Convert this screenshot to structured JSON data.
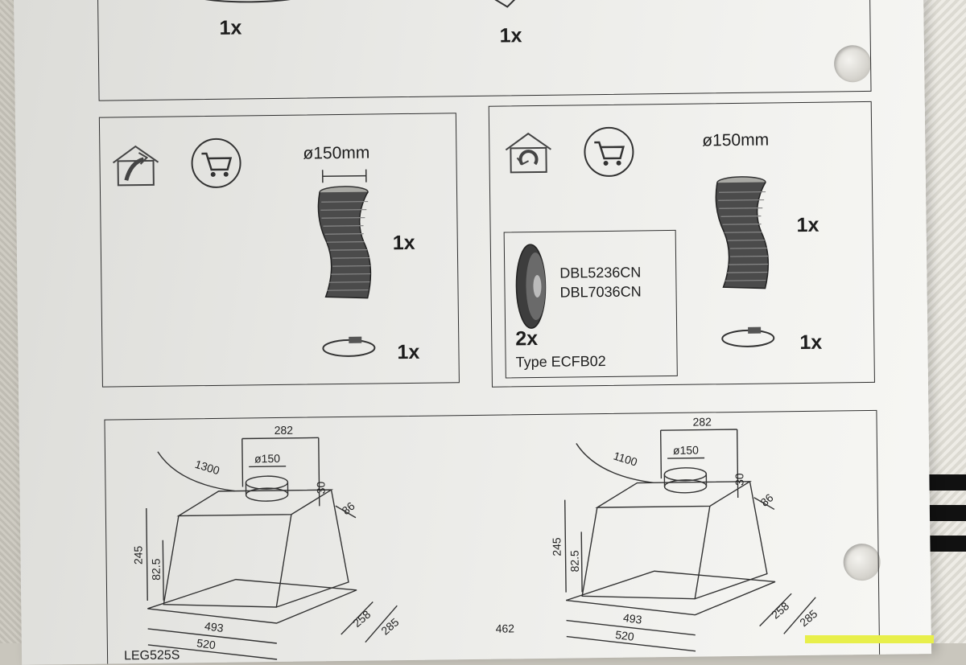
{
  "top_panel": {
    "qty_left": "1x",
    "qty_right": "1x"
  },
  "panel_ducted": {
    "mode_icon": "house-ducted-icon",
    "cart_icon": "shopping-cart-icon",
    "duct_diameter": "ø150mm",
    "duct_qty": "1x",
    "clamp_qty": "1x"
  },
  "panel_recirc": {
    "mode_icon": "house-recirculation-icon",
    "cart_icon": "shopping-cart-icon",
    "duct_diameter": "ø150mm",
    "duct_qty": "1x",
    "clamp_qty": "1x",
    "filter": {
      "model_1": "DBL5236CN",
      "model_2": "DBL7036CN",
      "qty": "2x",
      "type": "Type ECFB02"
    }
  },
  "drawings": {
    "left": {
      "d_282": "282",
      "d_1300": "1300",
      "d_150": "ø150",
      "d_30": "30",
      "d_86": "86",
      "d_245": "245",
      "d_82_5": "82.5",
      "d_493": "493",
      "d_520": "520",
      "d_258": "258",
      "d_285": "285",
      "model": "LEG525S"
    },
    "right": {
      "d_282": "282",
      "d_1100": "1100",
      "d_150": "ø150",
      "d_30": "30",
      "d_86": "86",
      "d_245": "245",
      "d_82_5": "82.5",
      "d_493": "493",
      "d_520": "520",
      "d_258": "258",
      "d_285": "285"
    },
    "bottom_center": "462"
  }
}
